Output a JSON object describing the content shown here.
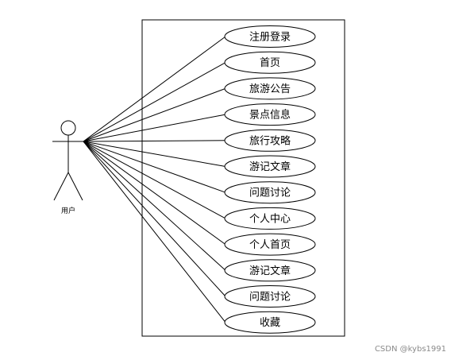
{
  "actor": {
    "label": "用户"
  },
  "use_cases": [
    "注册登录",
    "首页",
    "旅游公告",
    "景点信息",
    "旅行攻略",
    "游记文章",
    "问题讨论",
    "个人中心",
    "个人首页",
    "游记文章",
    "问题讨论",
    "收藏"
  ],
  "watermark": "CSDN @kybs1991",
  "colors": {
    "line": "#000000",
    "background": "#ffffff",
    "watermark": "#8a8a8a"
  }
}
